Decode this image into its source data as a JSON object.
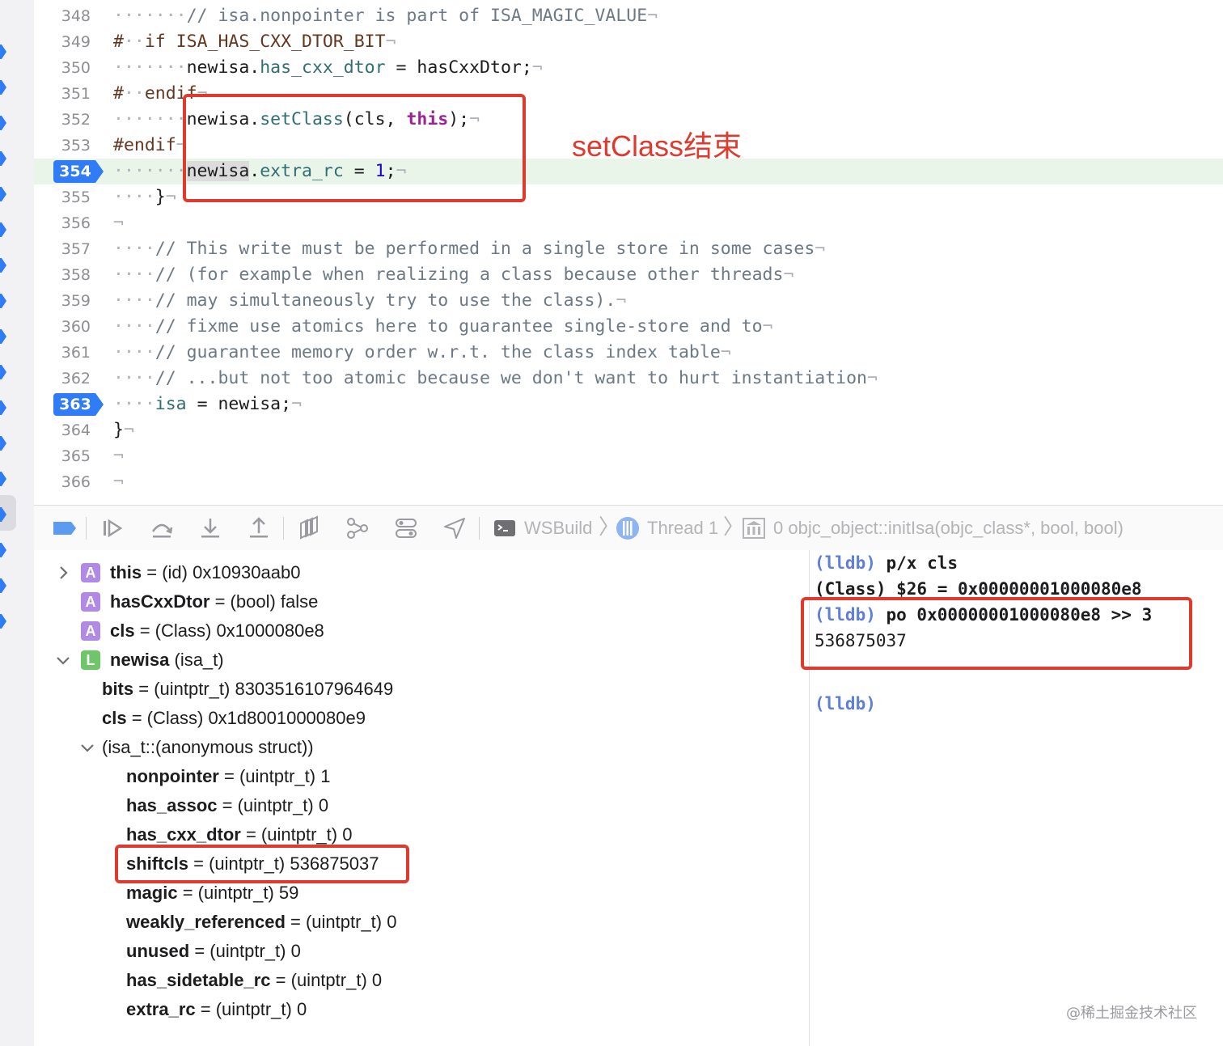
{
  "editor": {
    "lines": [
      {
        "no": "348",
        "parts": [
          {
            "t": "·······",
            "c": "ws"
          },
          {
            "t": "// isa.nonpointer is part of ISA_MAGIC_VALUE",
            "c": "cm"
          },
          {
            "t": "¬",
            "c": "ws"
          }
        ]
      },
      {
        "no": "349",
        "parts": [
          {
            "t": "#",
            "c": "pp"
          },
          {
            "t": "··",
            "c": "ws"
          },
          {
            "t": "if ISA_HAS_CXX_DTOR_BIT",
            "c": "pp"
          },
          {
            "t": "¬",
            "c": "ws"
          }
        ]
      },
      {
        "no": "350",
        "parts": [
          {
            "t": "·······",
            "c": "ws"
          },
          {
            "t": "newisa.",
            "c": ""
          },
          {
            "t": "has_cxx_dtor",
            "c": "pr"
          },
          {
            "t": " = hasCxxDtor;",
            "c": ""
          },
          {
            "t": "¬",
            "c": "ws"
          }
        ]
      },
      {
        "no": "351",
        "parts": [
          {
            "t": "#",
            "c": "pp"
          },
          {
            "t": "··",
            "c": "ws"
          },
          {
            "t": "endif",
            "c": "pp"
          },
          {
            "t": "¬",
            "c": "ws"
          }
        ]
      },
      {
        "no": "352",
        "parts": [
          {
            "t": "·······",
            "c": "ws"
          },
          {
            "t": "newisa.",
            "c": ""
          },
          {
            "t": "setClass",
            "c": "pr"
          },
          {
            "t": "(cls, ",
            "c": ""
          },
          {
            "t": "this",
            "c": "kw"
          },
          {
            "t": ");",
            "c": ""
          },
          {
            "t": "¬",
            "c": "ws"
          }
        ]
      },
      {
        "no": "353",
        "parts": [
          {
            "t": "#endif",
            "c": "pp"
          },
          {
            "t": "¬",
            "c": "ws"
          }
        ]
      },
      {
        "no": "354",
        "bp": true,
        "hl": true,
        "parts": [
          {
            "t": "·······",
            "c": "ws"
          },
          {
            "t": "newisa",
            "c": "sel"
          },
          {
            "t": ".",
            "c": ""
          },
          {
            "t": "extra_rc",
            "c": "pr"
          },
          {
            "t": " = ",
            "c": ""
          },
          {
            "t": "1",
            "c": "nm"
          },
          {
            "t": ";",
            "c": ""
          },
          {
            "t": "¬",
            "c": "ws"
          }
        ]
      },
      {
        "no": "355",
        "parts": [
          {
            "t": "····",
            "c": "ws"
          },
          {
            "t": "}",
            "c": ""
          },
          {
            "t": "¬",
            "c": "ws"
          }
        ]
      },
      {
        "no": "356",
        "parts": [
          {
            "t": "¬",
            "c": "ws"
          }
        ]
      },
      {
        "no": "357",
        "parts": [
          {
            "t": "····",
            "c": "ws"
          },
          {
            "t": "// This write must be performed in a single store in some cases",
            "c": "cm"
          },
          {
            "t": "¬",
            "c": "ws"
          }
        ]
      },
      {
        "no": "358",
        "parts": [
          {
            "t": "····",
            "c": "ws"
          },
          {
            "t": "// (for example when realizing a class because other threads",
            "c": "cm"
          },
          {
            "t": "¬",
            "c": "ws"
          }
        ]
      },
      {
        "no": "359",
        "parts": [
          {
            "t": "····",
            "c": "ws"
          },
          {
            "t": "// may simultaneously try to use the class).",
            "c": "cm"
          },
          {
            "t": "¬",
            "c": "ws"
          }
        ]
      },
      {
        "no": "360",
        "parts": [
          {
            "t": "····",
            "c": "ws"
          },
          {
            "t": "// fixme use atomics here to guarantee single-store and to",
            "c": "cm"
          },
          {
            "t": "¬",
            "c": "ws"
          }
        ]
      },
      {
        "no": "361",
        "parts": [
          {
            "t": "····",
            "c": "ws"
          },
          {
            "t": "// guarantee memory order w.r.t. the class index table",
            "c": "cm"
          },
          {
            "t": "¬",
            "c": "ws"
          }
        ]
      },
      {
        "no": "362",
        "parts": [
          {
            "t": "····",
            "c": "ws"
          },
          {
            "t": "// ...but not too atomic because we don't want to hurt instantiation",
            "c": "cm"
          },
          {
            "t": "¬",
            "c": "ws"
          }
        ]
      },
      {
        "no": "363",
        "bp": true,
        "parts": [
          {
            "t": "····",
            "c": "ws"
          },
          {
            "t": "isa",
            "c": "pr"
          },
          {
            "t": " = newisa;",
            "c": ""
          },
          {
            "t": "¬",
            "c": "ws"
          }
        ]
      },
      {
        "no": "364",
        "parts": [
          {
            "t": "}",
            "c": ""
          },
          {
            "t": "¬",
            "c": "ws"
          }
        ]
      },
      {
        "no": "365",
        "parts": [
          {
            "t": "¬",
            "c": "ws"
          }
        ]
      },
      {
        "no": "366",
        "parts": [
          {
            "t": "¬",
            "c": "ws"
          }
        ]
      }
    ],
    "annotation": "setClass结束"
  },
  "toolbar": {
    "target": "WSBuild",
    "thread": "Thread 1",
    "frame": "0 objc_object::initIsa(objc_class*, bool, bool)"
  },
  "variables": [
    {
      "id": "this",
      "indent": 0,
      "disc": "right",
      "badge": "A",
      "name": "this",
      "rest": " = (id) 0x10930aab0"
    },
    {
      "id": "hasCxxDtor",
      "indent": 0,
      "disc": "",
      "badge": "A",
      "name": "hasCxxDtor",
      "rest": " = (bool) false"
    },
    {
      "id": "cls",
      "indent": 0,
      "disc": "",
      "badge": "A",
      "name": "cls",
      "rest": " = (Class) 0x1000080e8"
    },
    {
      "id": "newisa",
      "indent": 0,
      "disc": "down",
      "badge": "L",
      "name": "newisa",
      "rest": " (isa_t)"
    },
    {
      "id": "bits",
      "indent": 1,
      "disc": "",
      "badge": "",
      "name": "bits",
      "rest": " = (uintptr_t) 8303516107964649"
    },
    {
      "id": "cls2",
      "indent": 1,
      "disc": "",
      "badge": "",
      "name": "cls",
      "rest": " = (Class) 0x1d8001000080e9"
    },
    {
      "id": "anon",
      "indent": 1,
      "disc": "down",
      "badge": "",
      "name": "",
      "rest": "(isa_t::(anonymous struct))"
    },
    {
      "id": "nonpointer",
      "indent": 2,
      "disc": "",
      "badge": "",
      "name": "nonpointer",
      "rest": " = (uintptr_t) 1"
    },
    {
      "id": "has_assoc",
      "indent": 2,
      "disc": "",
      "badge": "",
      "name": "has_assoc",
      "rest": " = (uintptr_t) 0"
    },
    {
      "id": "has_cxx_dtor",
      "indent": 2,
      "disc": "",
      "badge": "",
      "name": "has_cxx_dtor",
      "rest": " = (uintptr_t) 0"
    },
    {
      "id": "shiftcls",
      "indent": 2,
      "disc": "",
      "badge": "",
      "name": "shiftcls",
      "rest": " = (uintptr_t) 536875037"
    },
    {
      "id": "magic",
      "indent": 2,
      "disc": "",
      "badge": "",
      "name": "magic",
      "rest": " = (uintptr_t) 59"
    },
    {
      "id": "weakly_referenced",
      "indent": 2,
      "disc": "",
      "badge": "",
      "name": "weakly_referenced",
      "rest": " = (uintptr_t) 0"
    },
    {
      "id": "unused",
      "indent": 2,
      "disc": "",
      "badge": "",
      "name": "unused",
      "rest": " = (uintptr_t) 0"
    },
    {
      "id": "has_sidetable_rc",
      "indent": 2,
      "disc": "",
      "badge": "",
      "name": "has_sidetable_rc",
      "rest": " = (uintptr_t) 0"
    },
    {
      "id": "extra_rc",
      "indent": 2,
      "disc": "",
      "badge": "",
      "name": "extra_rc",
      "rest": " = (uintptr_t) 0"
    }
  ],
  "console": [
    {
      "prompt": "(lldb)",
      "text": " p/x cls",
      "bold": true
    },
    {
      "prompt": "",
      "text": "(Class) $26 = 0x00000001000080e8",
      "bold": true
    },
    {
      "prompt": "(lldb)",
      "text": " po 0x00000001000080e8 >> 3",
      "bold": true
    },
    {
      "prompt": "",
      "text": "536875037",
      "bold": false
    },
    {
      "prompt": "",
      "text": "",
      "bold": false
    },
    {
      "prompt": "(lldb)",
      "text": "",
      "bold": false
    }
  ],
  "watermark": "@稀土掘金技术社区",
  "colors": {
    "accent": "#2f7cf6",
    "annotation": "#e03a2e",
    "prompt": "#5e7ed8"
  }
}
